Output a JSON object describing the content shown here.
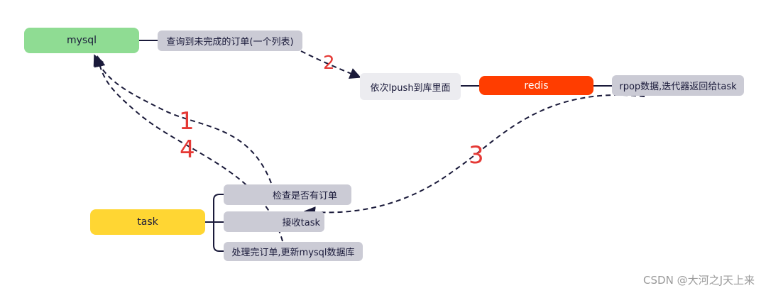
{
  "nodes": {
    "mysql": "mysql",
    "query": "查询到未完成的订单(一个列表)",
    "lpush": "依次lpush到库里面",
    "redis": "redis",
    "rpop": "rpop数据,迭代器返回给task",
    "task": "task",
    "check": "检查是否有订单",
    "receive": "接收task",
    "process": "处理完订单,更新mysql数据库"
  },
  "steps": {
    "s1": "1",
    "s2": "2",
    "s3": "3",
    "s4": "4"
  },
  "watermark": "CSDN @大河之J天上来",
  "colors": {
    "mysql": "#8fdc93",
    "redis": "#ff3d00",
    "task": "#ffd633",
    "sub_node": "#cbcbd5",
    "step_number": "#e53935",
    "arrow": "#1a1a3a"
  }
}
